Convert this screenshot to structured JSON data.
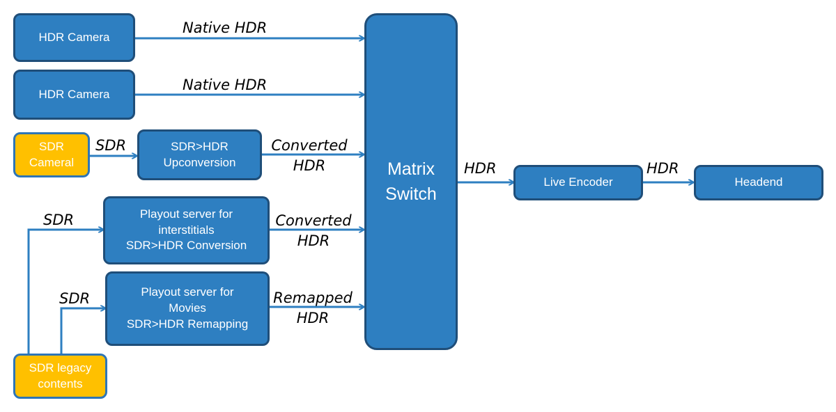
{
  "nodes": {
    "hdr_camera_1": "HDR Camera",
    "hdr_camera_2": "HDR Camera",
    "sdr_camera": [
      "SDR",
      "Cameral"
    ],
    "sdr_hdr_upconversion": [
      "SDR>HDR",
      "Upconversion"
    ],
    "playout_interstitials": [
      "Playout server for",
      "interstitials",
      "SDR>HDR Conversion"
    ],
    "playout_movies": [
      "Playout server for",
      "Movies",
      "SDR>HDR Remapping"
    ],
    "sdr_legacy_contents": [
      "SDR legacy",
      "contents"
    ],
    "matrix_switch": [
      "Matrix",
      "Switch"
    ],
    "live_encoder": "Live Encoder",
    "headend": "Headend"
  },
  "labels": {
    "native_hdr_1": "Native HDR",
    "native_hdr_2": "Native HDR",
    "sdr_camera_out": "SDR",
    "converted_hdr_1": [
      "Converted",
      "HDR"
    ],
    "converted_hdr_2": [
      "Converted",
      "HDR"
    ],
    "remapped_hdr": [
      "Remapped",
      "HDR"
    ],
    "sdr_to_interstitials": "SDR",
    "sdr_to_movies": "SDR",
    "matrix_out": "HDR",
    "encoder_out": "HDR"
  },
  "colors": {
    "box_fill": "#2e7fc1",
    "box_border": "#1f4e79",
    "source_fill": "#ffc000",
    "arrow": "#2e7fc1"
  }
}
